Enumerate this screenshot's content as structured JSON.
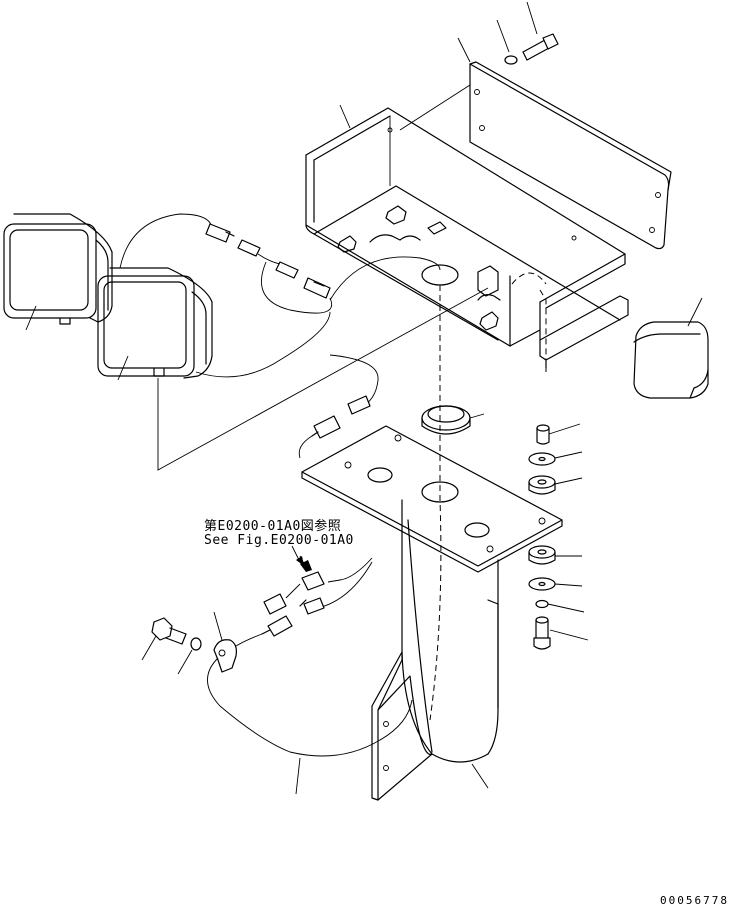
{
  "reference_note": {
    "japanese": "第E0200-01A0図参照",
    "english": "See Fig.E0200-01A0"
  },
  "drawing_number": "00056778"
}
